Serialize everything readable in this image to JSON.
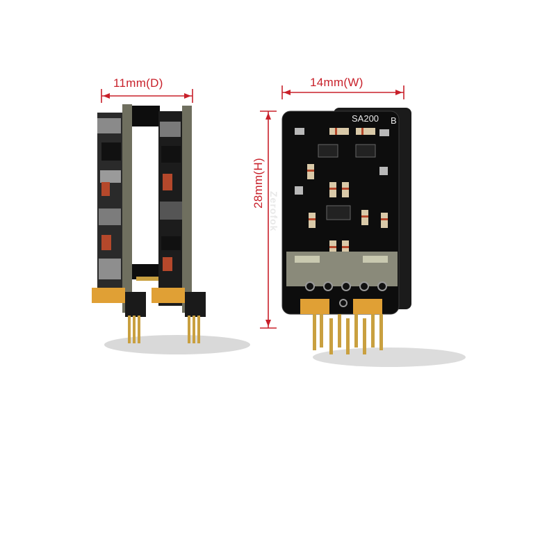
{
  "dimensions": {
    "depth": "11mm(D)",
    "width": "14mm(W)",
    "height": "28mm(H)"
  },
  "board": {
    "model": "SA200",
    "revision": "B",
    "brand": "Zerofok"
  },
  "colors": {
    "dimension_red": "#c8202a",
    "pcb_black": "#0d0d0d",
    "pin_gold": "#c9a040",
    "silkscreen": "#e8e8e8"
  }
}
